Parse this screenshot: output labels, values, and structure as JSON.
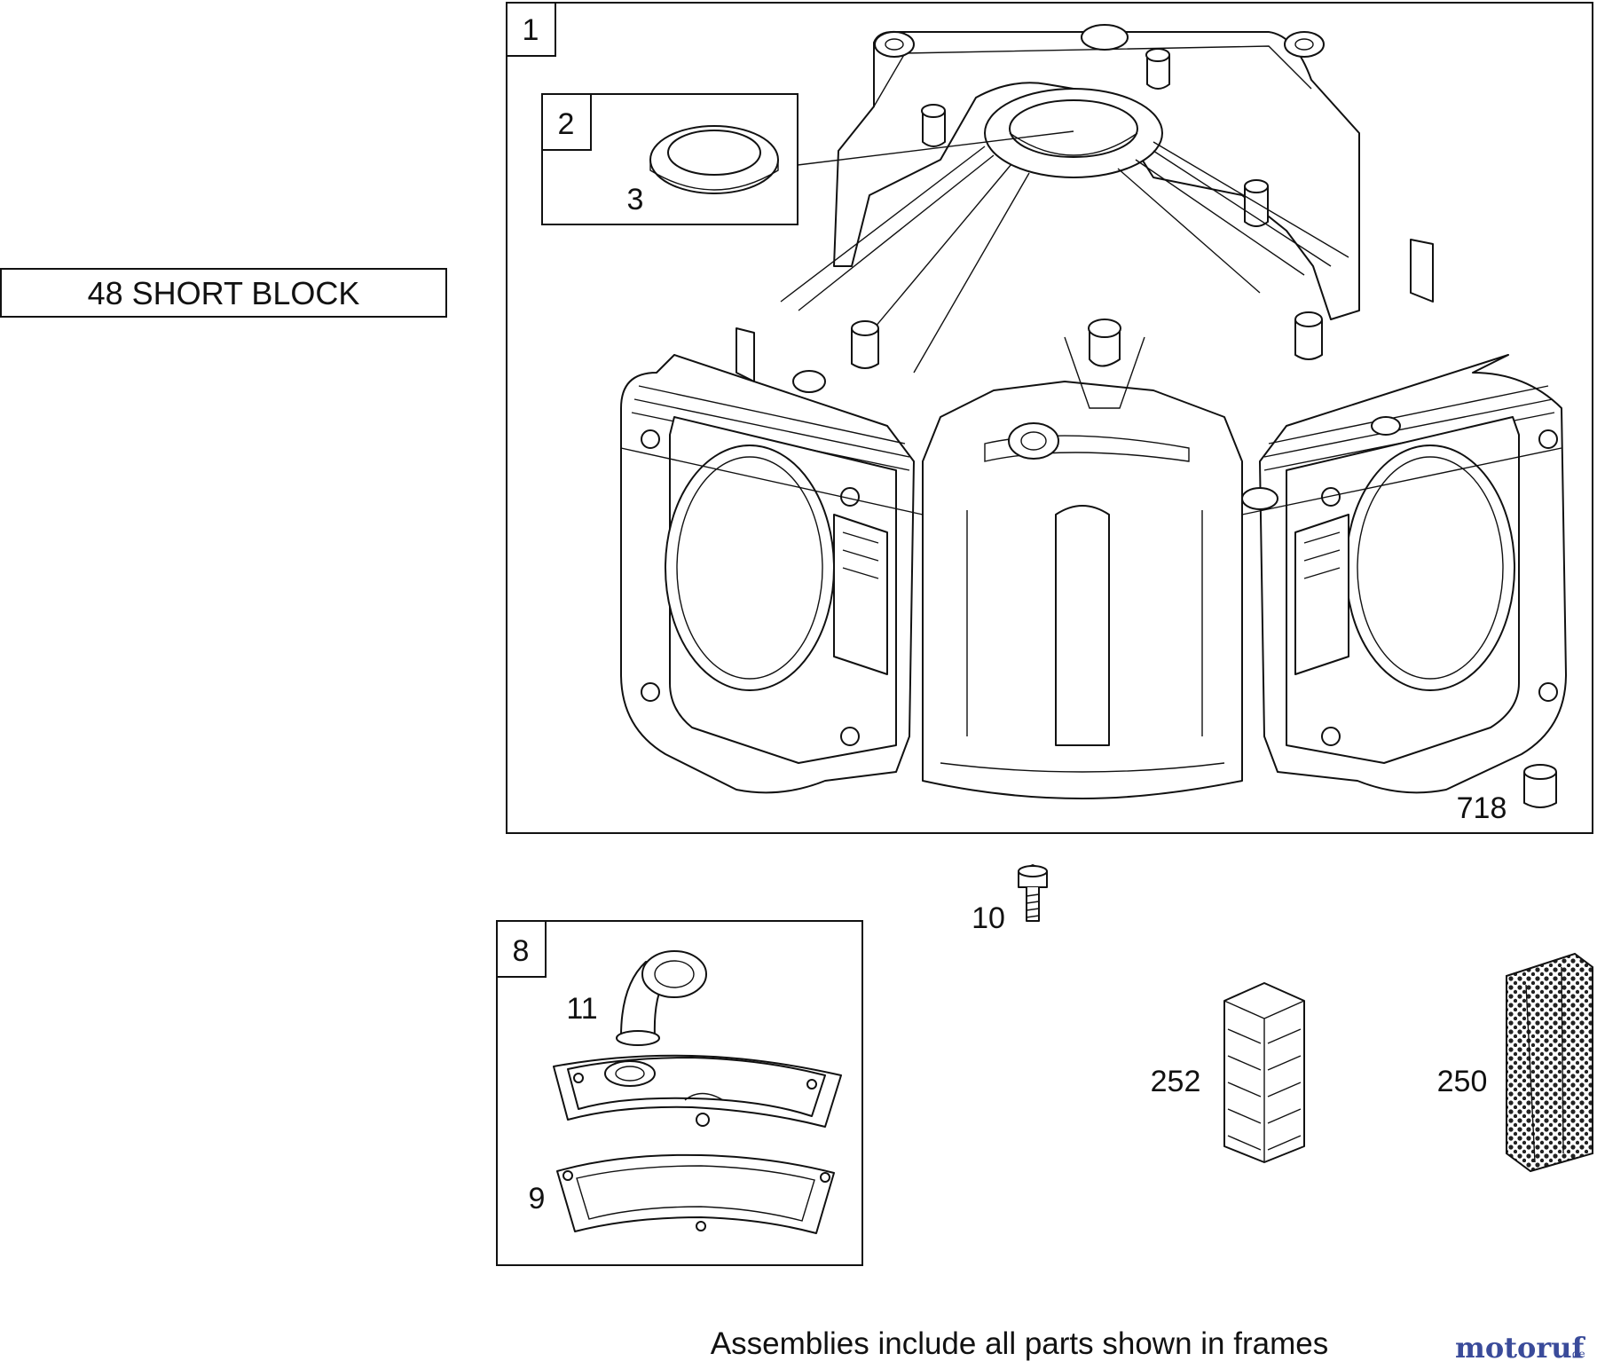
{
  "title": "48 SHORT BLOCK",
  "caption": "Assemblies include all parts shown in frames",
  "watermark": {
    "main": "motoruf",
    "sub": ".de",
    "color": "#3a4b9a"
  },
  "frames": [
    {
      "id": "1"
    },
    {
      "id": "2"
    },
    {
      "id": "8"
    }
  ],
  "parts": {
    "p1": "1",
    "p2": "2",
    "p3": "3",
    "p8": "8",
    "p9": "9",
    "p10": "10",
    "p11": "11",
    "p250": "250",
    "p252": "252",
    "p718": "718"
  },
  "part_icons": {
    "cylinder_block": "cylinder-block-icon",
    "seal_ring": "oil-seal-icon",
    "breather_cover": "breather-cover-icon",
    "breather_tube": "breather-tube-icon",
    "gasket": "gasket-icon",
    "screw": "screw-icon",
    "filter_252": "filter-block-icon",
    "filter_250": "mesh-filter-icon",
    "dowel": "dowel-pin-icon"
  }
}
